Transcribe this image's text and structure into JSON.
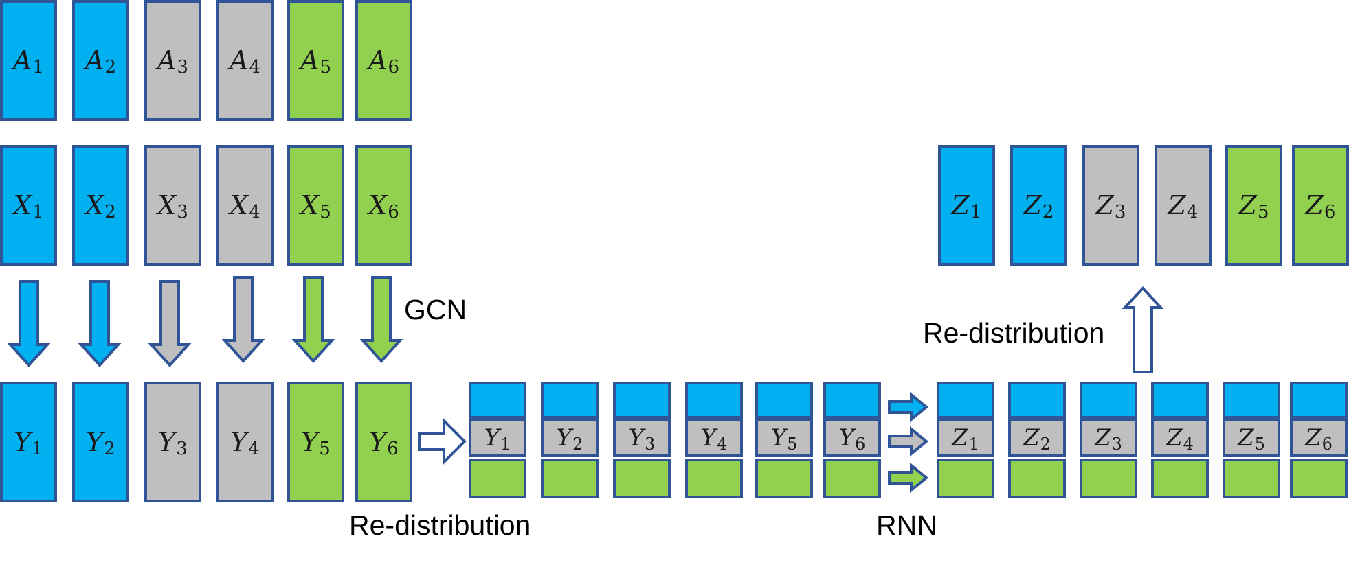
{
  "colors": {
    "blue": "#00B0F0",
    "gray": "#BFBFBF",
    "green": "#92D050",
    "border": "#2F5597",
    "hollow": "#FFFFFF"
  },
  "row_a": [
    {
      "sym": "A",
      "sub": "1",
      "color": "blue"
    },
    {
      "sym": "A",
      "sub": "2",
      "color": "blue"
    },
    {
      "sym": "A",
      "sub": "3",
      "color": "gray"
    },
    {
      "sym": "A",
      "sub": "4",
      "color": "gray"
    },
    {
      "sym": "A",
      "sub": "5",
      "color": "green"
    },
    {
      "sym": "A",
      "sub": "6",
      "color": "green"
    }
  ],
  "row_x": [
    {
      "sym": "X",
      "sub": "1",
      "color": "blue"
    },
    {
      "sym": "X",
      "sub": "2",
      "color": "blue"
    },
    {
      "sym": "X",
      "sub": "3",
      "color": "gray"
    },
    {
      "sym": "X",
      "sub": "4",
      "color": "gray"
    },
    {
      "sym": "X",
      "sub": "5",
      "color": "green"
    },
    {
      "sym": "X",
      "sub": "6",
      "color": "green"
    }
  ],
  "row_y": [
    {
      "sym": "Y",
      "sub": "1",
      "color": "blue"
    },
    {
      "sym": "Y",
      "sub": "2",
      "color": "blue"
    },
    {
      "sym": "Y",
      "sub": "3",
      "color": "gray"
    },
    {
      "sym": "Y",
      "sub": "4",
      "color": "gray"
    },
    {
      "sym": "Y",
      "sub": "5",
      "color": "green"
    },
    {
      "sym": "Y",
      "sub": "6",
      "color": "green"
    }
  ],
  "row_z_top": [
    {
      "sym": "Z",
      "sub": "1",
      "color": "blue"
    },
    {
      "sym": "Z",
      "sub": "2",
      "color": "blue"
    },
    {
      "sym": "Z",
      "sub": "3",
      "color": "gray"
    },
    {
      "sym": "Z",
      "sub": "4",
      "color": "gray"
    },
    {
      "sym": "Z",
      "sub": "5",
      "color": "green"
    },
    {
      "sym": "Z",
      "sub": "6",
      "color": "green"
    }
  ],
  "stacks_y": [
    {
      "sym": "Y",
      "sub": "1"
    },
    {
      "sym": "Y",
      "sub": "2"
    },
    {
      "sym": "Y",
      "sub": "3"
    },
    {
      "sym": "Y",
      "sub": "4"
    },
    {
      "sym": "Y",
      "sub": "5"
    },
    {
      "sym": "Y",
      "sub": "6"
    }
  ],
  "stacks_z": [
    {
      "sym": "Z",
      "sub": "1"
    },
    {
      "sym": "Z",
      "sub": "2"
    },
    {
      "sym": "Z",
      "sub": "3"
    },
    {
      "sym": "Z",
      "sub": "4"
    },
    {
      "sym": "Z",
      "sub": "5"
    },
    {
      "sym": "Z",
      "sub": "6"
    }
  ],
  "down_arrows": [
    {
      "color": "blue"
    },
    {
      "color": "blue"
    },
    {
      "color": "gray"
    },
    {
      "color": "gray"
    },
    {
      "color": "green"
    },
    {
      "color": "green"
    }
  ],
  "rnn_arrows": [
    {
      "color": "blue"
    },
    {
      "color": "gray"
    },
    {
      "color": "green"
    }
  ],
  "labels": {
    "gcn": "GCN",
    "redistribution_bottom": "Re-distribution",
    "rnn": "RNN",
    "redistribution_top": "Re-distribution"
  }
}
